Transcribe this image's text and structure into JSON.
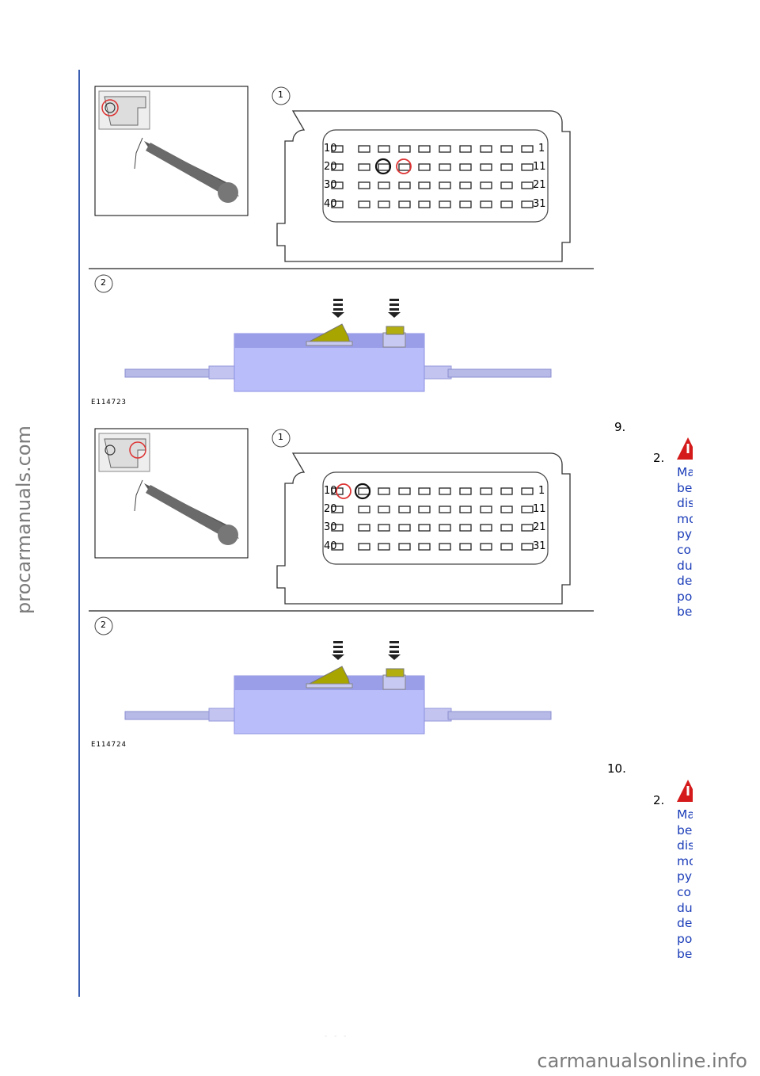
{
  "watermark": {
    "side": "procarmanuals.com",
    "bottom": "carmanualsonline.info"
  },
  "figures": [
    {
      "id": "E114723",
      "callout_1": "1",
      "callout_2": "2",
      "rows": [
        {
          "left": "10",
          "right": "1"
        },
        {
          "left": "20",
          "right": "11"
        },
        {
          "left": "30",
          "right": "21"
        },
        {
          "left": "40",
          "right": "31"
        }
      ]
    },
    {
      "id": "E114724",
      "callout_1": "1",
      "callout_2": "2",
      "rows": [
        {
          "left": "10",
          "right": "1"
        },
        {
          "left": "20",
          "right": "11"
        },
        {
          "left": "30",
          "right": "21"
        },
        {
          "left": "40",
          "right": "31"
        }
      ]
    }
  ],
  "steps": [
    {
      "number": "9.",
      "sub_number": "2.",
      "warning_lines": [
        "Ma",
        "be",
        "dis",
        "mo",
        "py",
        "co",
        "du",
        "de",
        "po",
        "be"
      ]
    },
    {
      "number": "10.",
      "sub_number": "2.",
      "warning_lines": [
        "Ma",
        "be",
        "dis",
        "mo",
        "py",
        "co",
        "du",
        "de",
        "po",
        "be"
      ]
    }
  ],
  "footer": "- - -"
}
